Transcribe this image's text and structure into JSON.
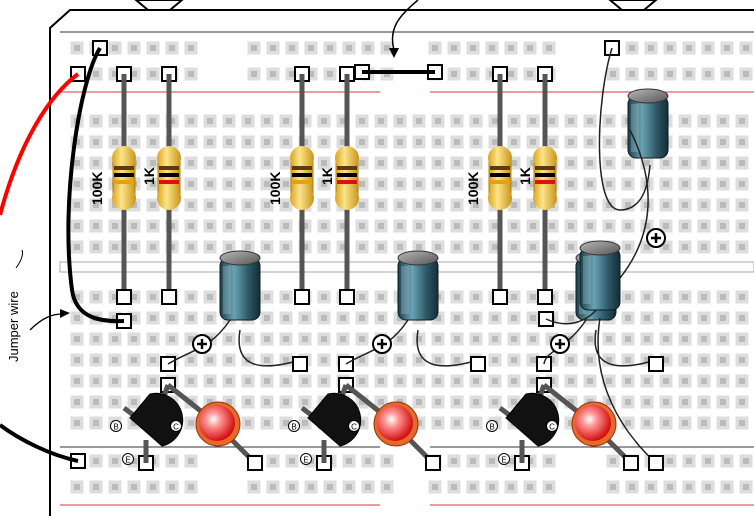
{
  "labels": {
    "jumper_wire": "Jumper wire",
    "plus_sign": "⊕",
    "transistor_pins": {
      "base": "B",
      "collector": "C",
      "emitter": "E"
    }
  },
  "stages": [
    {
      "resistor_a": "100K",
      "resistor_b": "1K"
    },
    {
      "resistor_a": "100K",
      "resistor_b": "1K"
    },
    {
      "resistor_a": "100K",
      "resistor_b": "1K"
    }
  ],
  "colors": {
    "wire_red": "#ff0000",
    "wire_black": "#000000",
    "lead_gray": "#555555",
    "resistor_body": "#f5c842",
    "capacitor_body": "#3a6a7a",
    "led_red": "#e01010",
    "transistor_body": "#111111",
    "rail_line": "#e06060",
    "hole_fill": "#dcdcdc"
  }
}
